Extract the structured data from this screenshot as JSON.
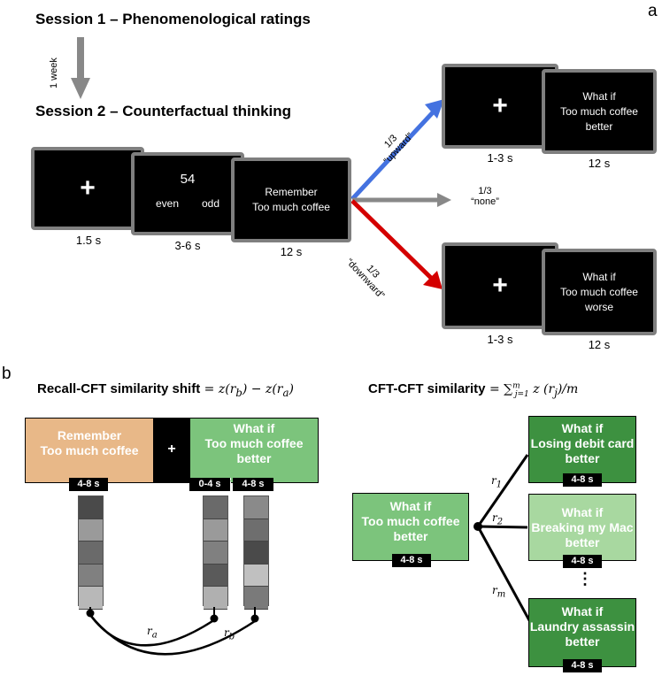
{
  "panel_a": {
    "letter": "a",
    "session1": "Session 1 – Phenomenological ratings",
    "one_week": "1 week",
    "session2": "Session 2 – Counterfactual thinking",
    "fixation": "+",
    "fixation_duration": "1.5 s",
    "number": "54",
    "even": "even",
    "odd": "odd",
    "task_duration": "3-6 s",
    "remember_line1": "Remember",
    "remember_line2": "Too much coffee",
    "remember_duration": "12 s",
    "upward_fraction": "1/3",
    "upward_label": "“upward”",
    "none_fraction": "1/3",
    "none_label": "“none”",
    "downward_fraction": "1/3",
    "downward_label": "“downward”",
    "upper_fix_duration": "1-3 s",
    "upper_whatif": "What if",
    "upper_event": "Too much coffee",
    "upper_direction": "better",
    "upper_duration": "12 s",
    "lower_fix_duration": "1-3 s",
    "lower_whatif": "What if",
    "lower_event": "Too much coffee",
    "lower_direction": "worse",
    "lower_duration": "12 s"
  },
  "panel_b": {
    "letter": "b",
    "left_title": "Recall-CFT similarity shift",
    "left_formula": "= z(r",
    "right_title": "CFT-CFT similarity",
    "remember_line1": "Remember",
    "remember_line2": "Too much coffee",
    "plus": "+",
    "whatif_line1": "What if",
    "whatif_line2": "Too much coffee",
    "whatif_line3": "better",
    "tag_recall": "4-8 s",
    "tag_gap": "0-4 s",
    "tag_cft": "4-8 s",
    "r_a": "r",
    "r_a_sub": "a",
    "r_b": "r",
    "r_b_sub": "b",
    "center_box": {
      "line1": "What if",
      "line2": "Too much coffee",
      "line3": "better",
      "tag": "4-8 s"
    },
    "right_boxes": [
      {
        "line1": "What if",
        "line2": "Losing debit card",
        "line3": "better",
        "tag": "4-8 s"
      },
      {
        "line1": "What if",
        "line2": "Breaking my Mac",
        "line3": "better",
        "tag": "4-8 s"
      },
      {
        "line1": "What if",
        "line2": "Laundry assassin",
        "line3": "better",
        "tag": "4-8 s"
      }
    ],
    "r1_sub": "1",
    "r2_sub": "2",
    "rm_sub": "m",
    "ellipsis": "⋮"
  },
  "colors": {
    "orange": "#e8b888",
    "green": "#7cc47c",
    "dark_green": "#3d9140",
    "light_green": "#a8d8a0",
    "blue": "#4472e0",
    "red": "#d40000",
    "gray": "#888888"
  },
  "voxel_patterns": {
    "recall": [
      "#4a4a4a",
      "#9a9a9a",
      "#6a6a6a",
      "#808080",
      "#b8b8b8"
    ],
    "gap": [
      "#6a6a6a",
      "#9a9a9a",
      "#808080",
      "#5a5a5a",
      "#b0b0b0"
    ],
    "cft": [
      "#8a8a8a",
      "#6e6e6e",
      "#4a4a4a",
      "#c0c0c0",
      "#7a7a7a"
    ]
  }
}
